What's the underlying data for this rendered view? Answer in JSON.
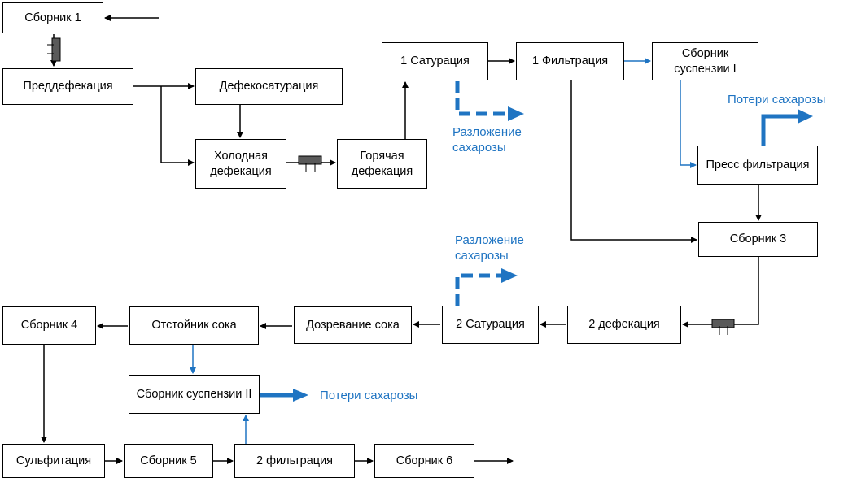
{
  "nodes": {
    "sbornik1": "Сборник 1",
    "preddefekaciya": "Преддефекация",
    "defekosaturaciya": "Дефекосатурация",
    "holodnaya_defekaciya": "Холодная дефекация",
    "goryachaya_defekaciya": "Горячая дефекация",
    "saturaciya1": "1 Сатурация",
    "filtraciya1": "1 Фильтрация",
    "sbornik_suspenzii1": "Сборник суспензии I",
    "press_filtraciya": "Пресс фильтрация",
    "sbornik3": "Сборник 3",
    "defekaciya2": "2 дефекация",
    "saturaciya2": "2 Сатурация",
    "dozrevanie_soka": "Дозревание сока",
    "otstoinik_soka": "Отстойник сока",
    "sbornik4": "Сборник 4",
    "sbornik_suspenzii2": "Сборник суспензии II",
    "sulfitaciya": "Сульфитация",
    "sbornik5": "Сборник 5",
    "filtraciya2": "2 фильтрация",
    "sbornik6": "Сборник 6"
  },
  "labels": {
    "razlozhenie1": "Разложение сахарозы",
    "poteri1": "Потери сахарозы",
    "razlozhenie2": "Разложение сахарозы",
    "poteri2": "Потери сахарозы"
  },
  "colors": {
    "line": "#000000",
    "accent": "#1f74c2",
    "device": "#5a5a5a"
  }
}
